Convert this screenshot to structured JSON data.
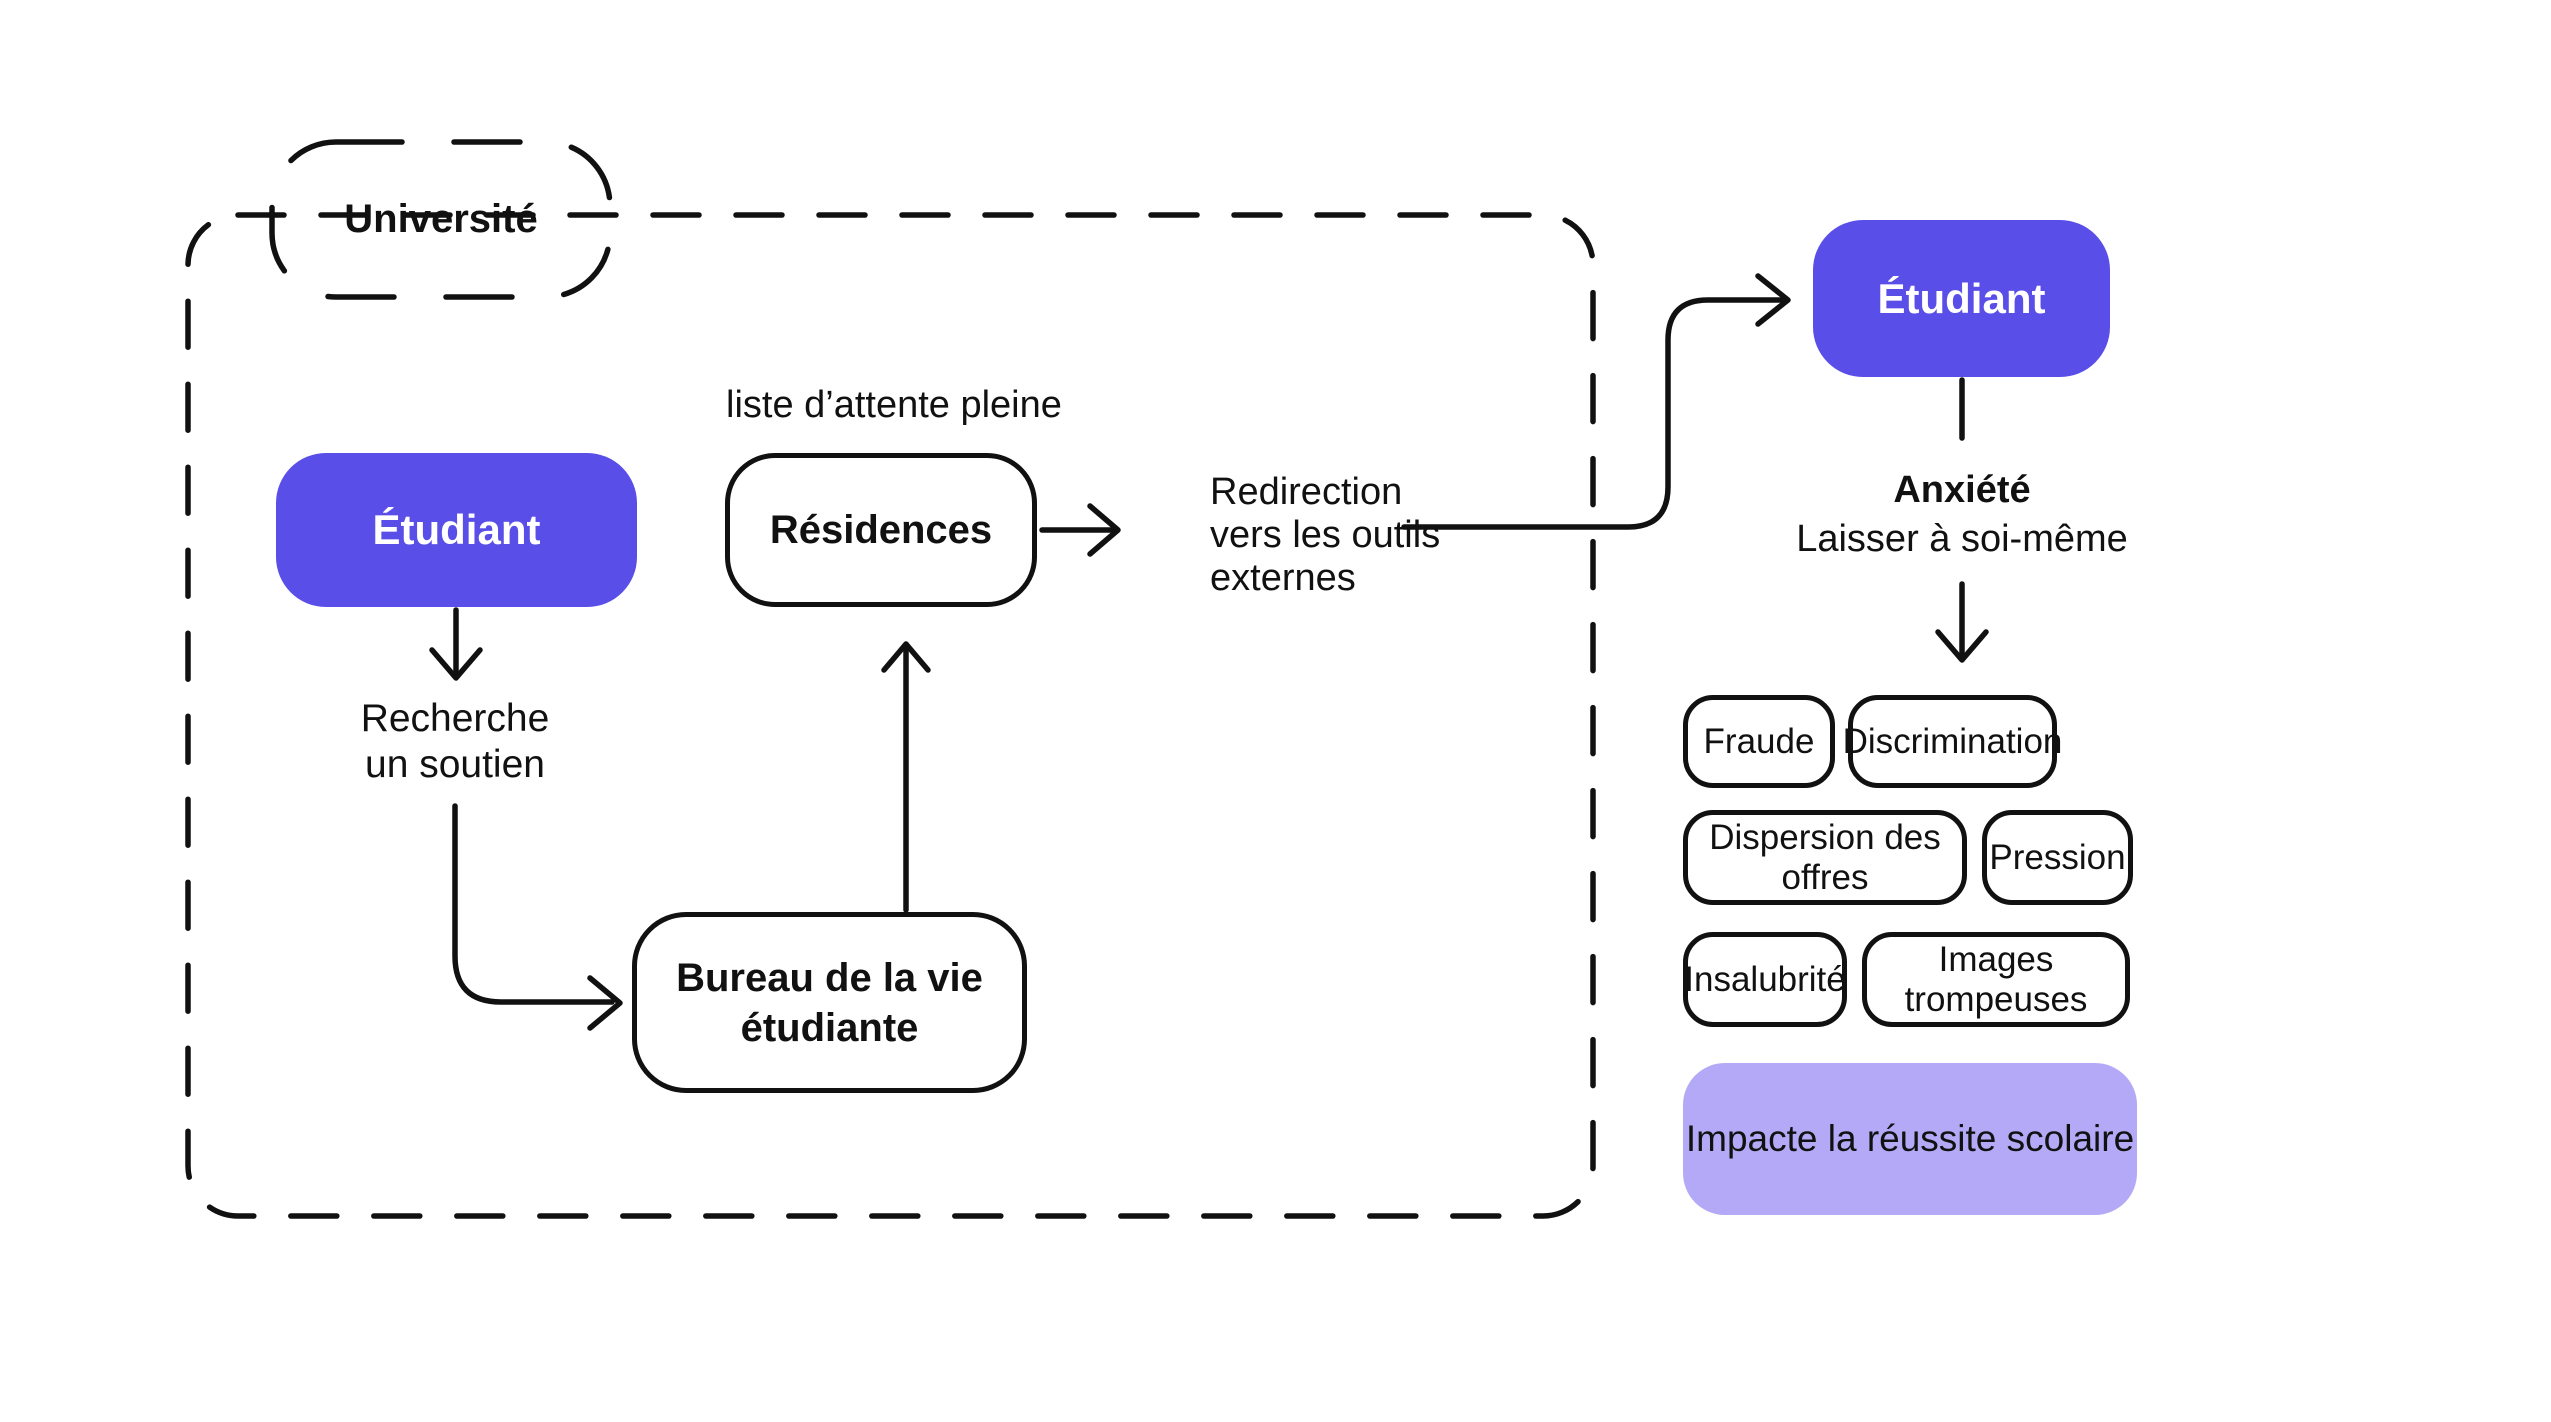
{
  "colors": {
    "node_purple": "#5A4EE8",
    "outcome_purple": "#B4A9F6",
    "ink": "#111111",
    "background": "#ffffff"
  },
  "container": {
    "label": "Université"
  },
  "nodes": {
    "student_inside": "Étudiant",
    "residences": "Résidences",
    "bureau_line1": "Bureau de la vie",
    "bureau_line2": "étudiante",
    "student_outside": "Étudiant"
  },
  "labels": {
    "waitlist": "liste d’attente pleine",
    "support_line1": "Recherche",
    "support_line2": "un soutien",
    "redirect_line1": "Redirection",
    "redirect_line2": "vers les outils",
    "redirect_line3": "externes",
    "anxiety_line1": "Anxiété",
    "anxiety_line2": "Laisser à soi-même"
  },
  "tags": [
    {
      "label": "Fraude"
    },
    {
      "label": "Discrimination"
    },
    {
      "label": "Dispersion des offres"
    },
    {
      "label": "Pression"
    },
    {
      "label": "Insalubrité"
    },
    {
      "label": "Images trompeuses"
    }
  ],
  "outcome": "Impacte la réussite scolaire"
}
